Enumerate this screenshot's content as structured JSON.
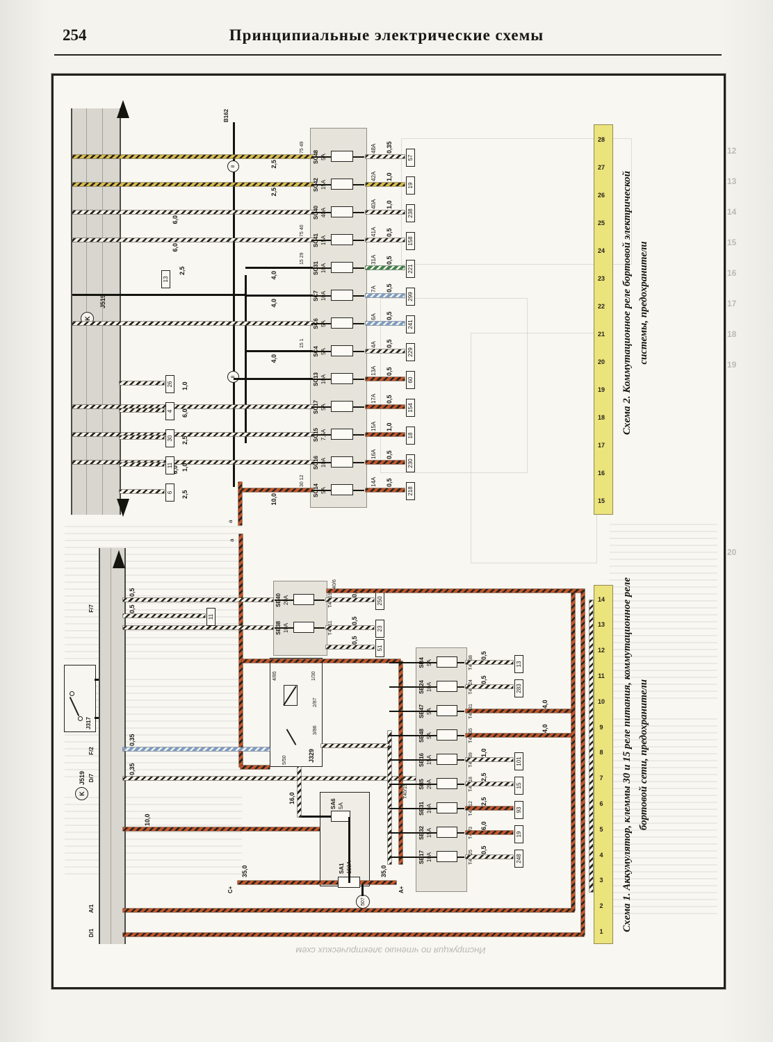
{
  "page": {
    "number": "254",
    "title": "Принципиальные электрические схемы",
    "bleed_caption": "Инструкция по чтению электрических схем",
    "bleed_numbers": [
      "12",
      "13",
      "14",
      "15",
      "16",
      "17",
      "18",
      "19",
      "20"
    ]
  },
  "schema2": {
    "caption_line1": "Схема 2. Коммутационное реле бортовой электрической",
    "caption_line2": "системы, предохранители",
    "unit_label": "J519",
    "bus_symbol": "K",
    "b162": "B162",
    "junction_mark": "B",
    "cont_mark": "a",
    "extra": {
      "terminal": "13",
      "gauge": "2,5"
    },
    "grid_numbers": [
      "15",
      "16",
      "17",
      "18",
      "19",
      "20",
      "21",
      "22",
      "23",
      "24",
      "25",
      "26",
      "27",
      "28"
    ],
    "fuses": [
      {
        "name": "SC14",
        "amp": "5A",
        "pins": "30 12",
        "feed": "trunkA",
        "feed_pattern": "or",
        "feed_gauge": "10,0",
        "out_pattern": "or",
        "out_amp": "14A",
        "out_gauge": "0,5",
        "terminal": "218"
      },
      {
        "name": "SC16",
        "amp": "10A",
        "pins": "",
        "feed": "bus",
        "feed_pattern": "bw",
        "feed_gauge": "6,0",
        "out_pattern": "or",
        "out_amp": "16A",
        "out_gauge": "0,5",
        "terminal": "230"
      },
      {
        "name": "SC15",
        "amp": "7,5A",
        "pins": "",
        "feed": "bus",
        "feed_pattern": "bw",
        "feed_gauge": "",
        "out_pattern": "or",
        "out_amp": "15A",
        "out_gauge": "1,0",
        "terminal": "18"
      },
      {
        "name": "SC17",
        "amp": "5A",
        "pins": "",
        "feed": "bus",
        "feed_pattern": "bw",
        "feed_gauge": "",
        "out_pattern": "or",
        "out_amp": "17A",
        "out_gauge": "0,5",
        "terminal": "154"
      },
      {
        "name": "SC13",
        "amp": "10A",
        "pins": "",
        "feed": "trunkA",
        "feed_pattern": "solid",
        "feed_gauge": "",
        "out_pattern": "or",
        "out_amp": "13A",
        "out_gauge": "0,5",
        "terminal": "60"
      },
      {
        "name": "SC4",
        "amp": "5A",
        "pins": "15 1",
        "feed": "trunkB",
        "feed_pattern": "solid",
        "feed_gauge": "4,0",
        "out_pattern": "bw",
        "out_amp": "4A",
        "out_gauge": "0,5",
        "terminal": "229"
      },
      {
        "name": "SC6",
        "amp": "5A",
        "pins": "",
        "feed": "bus",
        "feed_pattern": "bw",
        "feed_gauge": "",
        "out_pattern": "bl",
        "out_amp": "6A",
        "out_gauge": "0,5",
        "terminal": "241"
      },
      {
        "name": "SC7",
        "amp": "10A",
        "pins": "",
        "feed": "trunkB",
        "feed_pattern": "solid",
        "feed_gau_": "",
        "feed_gauge": "4,0",
        "out_pattern": "bl",
        "out_amp": "7A",
        "out_gauge": "0,5",
        "terminal": "299"
      },
      {
        "name": "SC31",
        "amp": "10A",
        "pins": "15 29",
        "feed": "trunkB",
        "feed_pattern": "solid",
        "feed_gauge": "4,0",
        "out_pattern": "gr",
        "out_amp": "31A",
        "out_gauge": "0,5",
        "terminal": "221"
      },
      {
        "name": "SC41",
        "amp": "15A",
        "pins": "75 40",
        "feed": "bus",
        "feed_pattern": "bw",
        "feed_gauge": "6,0",
        "out_pattern": "bw",
        "out_amp": "41A",
        "out_gauge": "0,5",
        "terminal": "158"
      },
      {
        "name": "SC40",
        "amp": "40A",
        "pins": "",
        "feed": "bus",
        "feed_pattern": "bw",
        "feed_gauge": "6,0",
        "out_pattern": "bw",
        "out_amp": "40A",
        "out_gauge": "1,0",
        "terminal": "238"
      },
      {
        "name": "SC42",
        "amp": "15A",
        "pins": "",
        "feed": "trunkA",
        "feed_pattern": "yb",
        "feed_gauge": "2,5",
        "out_pattern": "yb",
        "out_amp": "42A",
        "out_gauge": "1,0",
        "terminal": "19"
      },
      {
        "name": "SC48",
        "amp": "5A",
        "pins": "75 49",
        "feed": "trunkA",
        "feed_pattern": "yb",
        "feed_gauge": "2,5",
        "out_pattern": "bw",
        "out_amp": "48A",
        "out_gauge": "0,35",
        "terminal": "57"
      }
    ],
    "left_stubs": [
      {
        "gauge": "2,5",
        "terminal": "6"
      },
      {
        "gauge": "1,0",
        "terminal": "11"
      },
      {
        "gauge": "2,5",
        "terminal": "30"
      },
      {
        "gauge": "6,0",
        "terminal": "4"
      },
      {
        "gauge": "1,0",
        "terminal": "26"
      }
    ]
  },
  "schema1": {
    "caption_line1": "Схема 1. Аккумулятор, клеммы 30 и 15 реле питания, коммутационное реле",
    "caption_line2": "бортовой сети, предохранители",
    "unit_label": "J519",
    "bus_symbol": "K",
    "cont_mark": "a",
    "relay_left": "J317",
    "relay_center": "J329",
    "relay_pins": [
      "4/85",
      "1/30",
      "2/87",
      "3/86",
      "5/50"
    ],
    "bus_markers": [
      "D/1",
      "A/1",
      "D/7",
      "F/2",
      "F/7"
    ],
    "grid_numbers": [
      "1",
      "2",
      "3",
      "4",
      "5",
      "6",
      "7",
      "8",
      "9",
      "10",
      "11",
      "12",
      "13",
      "14"
    ],
    "top_group": {
      "feed_gauge": "0,5",
      "fuses": [
        {
          "name": "SB38",
          "amp": "10A",
          "conn": "T40/11",
          "out_gauge": "0,5",
          "terminal": "23"
        },
        {
          "name": "SB40",
          "amp": "20A",
          "conn": "T40/19",
          "out_gauge": "0,5",
          "terminal": "250"
        }
      ],
      "extra_conn": "T40/6",
      "extra_terminal": "51",
      "extra_gauge": "0,5"
    },
    "right_fuses": [
      {
        "name": "SB17",
        "amp": "10A",
        "conn": "T40/25",
        "out_gauge": "0,5",
        "terminal": "248",
        "out_pattern": "bw"
      },
      {
        "name": "SB32",
        "amp": "15A",
        "conn": "T40/3",
        "out_gauge": "6,0",
        "terminal": "19",
        "out_pattern": "or"
      },
      {
        "name": "SB31",
        "amp": "10A",
        "conn": "T40/12",
        "out_gauge": "2,5",
        "terminal": "93",
        "out_pattern": "or"
      },
      {
        "name": "SB5",
        "amp": "20A",
        "conn": "T40/18",
        "out_gauge": "2,5",
        "terminal": "15",
        "out_pattern": "bw"
      },
      {
        "name": "SB16",
        "amp": "15A",
        "conn": "T40/39",
        "out_gauge": "1,0",
        "terminal": "101",
        "out_pattern": "bw"
      },
      {
        "name": "SB48",
        "amp": "5A",
        "conn": "T40/35",
        "out_gauge": "4,0",
        "terminal": "",
        "out_pattern": "or"
      },
      {
        "name": "SB47",
        "amp": "5A",
        "conn": "T40/31",
        "out_gauge": "4,0",
        "terminal": "",
        "out_pattern": "or"
      },
      {
        "name": "SB24",
        "amp": "10A",
        "conn": "T40/24",
        "out_gauge": "0,5",
        "terminal": "283",
        "out_pattern": "bw"
      },
      {
        "name": "SB4",
        "amp": "5A",
        "conn": "T40/38",
        "out_gauge": "0,5",
        "terminal": "13",
        "out_pattern": "bw"
      }
    ],
    "feed_conn": "T40/15",
    "sa_group": {
      "fuse1": "SA1",
      "amp1": "150A",
      "fuse2": "SA6",
      "amp2": "5A"
    },
    "battery": {
      "left_term": "C+",
      "right_term": "A+",
      "gauge": "35,0",
      "ref": "507"
    },
    "stub": {
      "gauge": "0,5",
      "terminal": "11"
    },
    "wire_gauges": {
      "blue": "0,35",
      "dark": "0,35",
      "g16": "16,0",
      "g10": "10,0"
    }
  }
}
